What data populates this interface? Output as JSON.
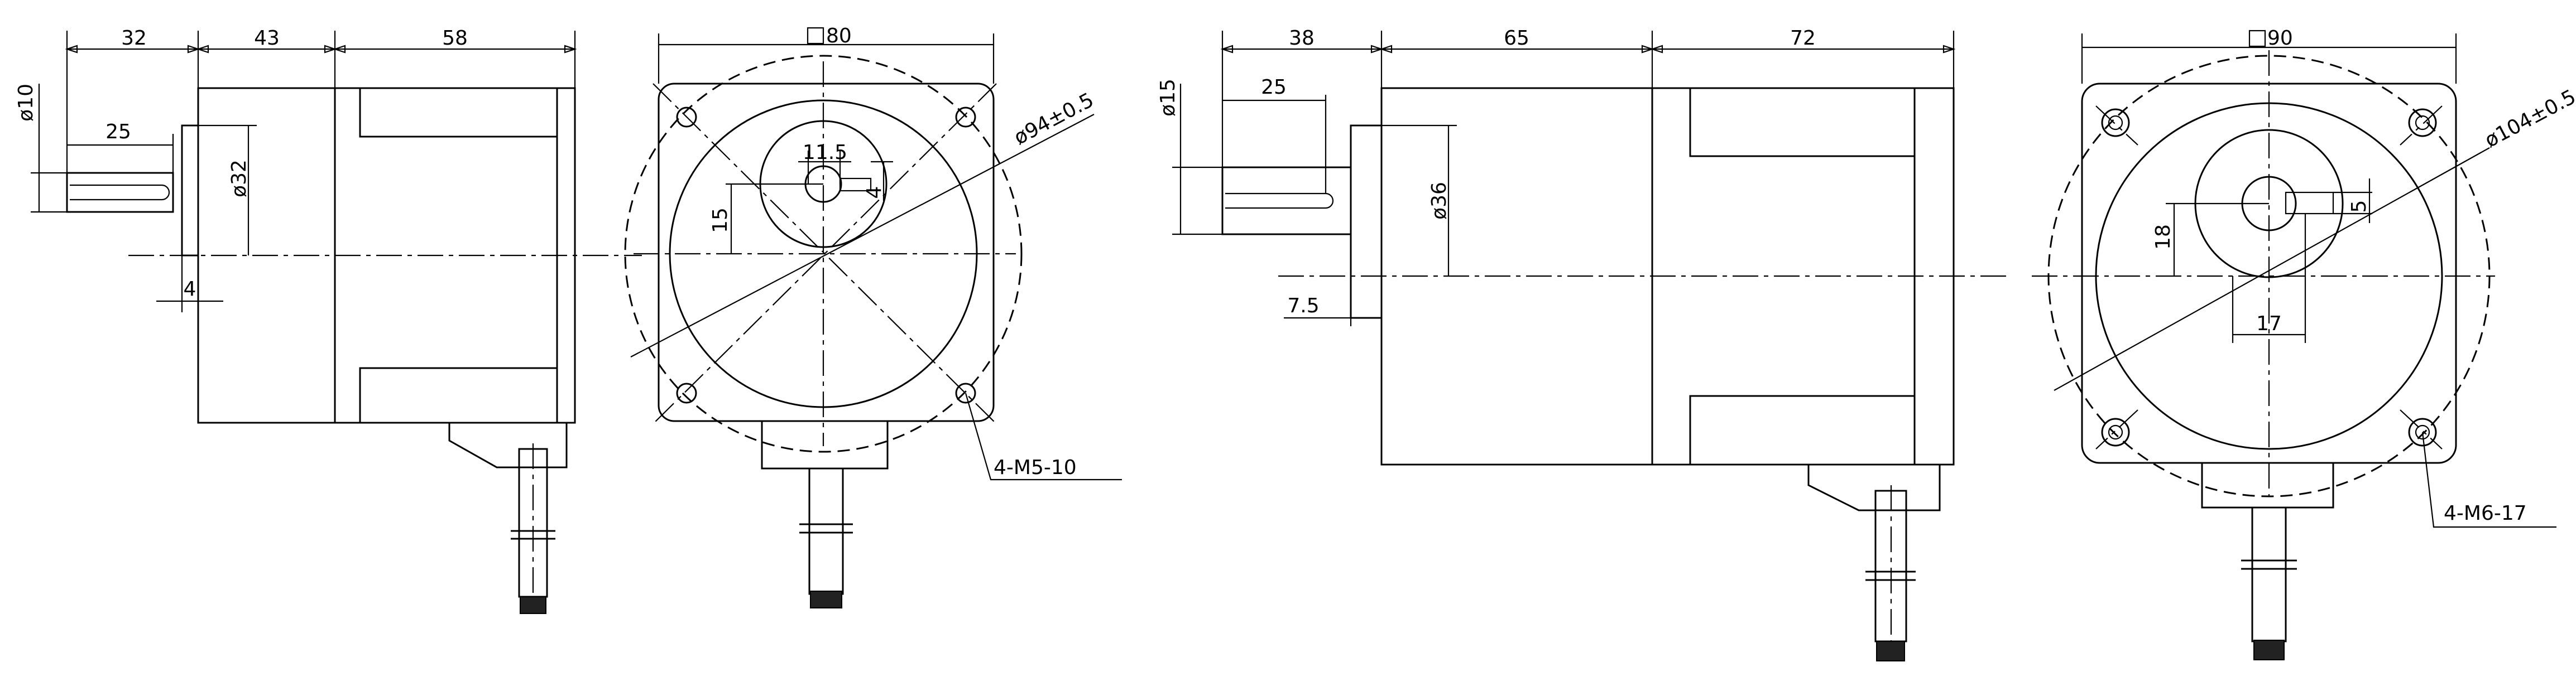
{
  "colors": {
    "line": "#000000",
    "background": "#ffffff",
    "connector": "#222222"
  },
  "motor1": {
    "side": {
      "dim_shaft_ext": "32",
      "dim_flange": "43",
      "dim_body": "58",
      "dim_shaft_dia": "ø10",
      "dim_key_len": "25",
      "dim_boss_dia": "ø32",
      "dim_boss_h": "4"
    },
    "front": {
      "dim_square": "80",
      "dim_bolt_circle": "ø94±0.5",
      "dim_key_w": "11.5",
      "dim_key_h": "4",
      "dim_center": "15",
      "note_holes": "4-M5-10"
    }
  },
  "motor2": {
    "side": {
      "dim_shaft_ext": "38",
      "dim_flange": "65",
      "dim_body": "72",
      "dim_shaft_dia": "ø15",
      "dim_key_len": "25",
      "dim_boss_dia": "ø36",
      "dim_boss_h": "7.5"
    },
    "front": {
      "dim_square": "90",
      "dim_bolt_circle": "ø104±0.5",
      "dim_key_w": "5",
      "dim_center": "18",
      "dim_key_h": "17",
      "note_holes": "4-M6-17"
    }
  }
}
